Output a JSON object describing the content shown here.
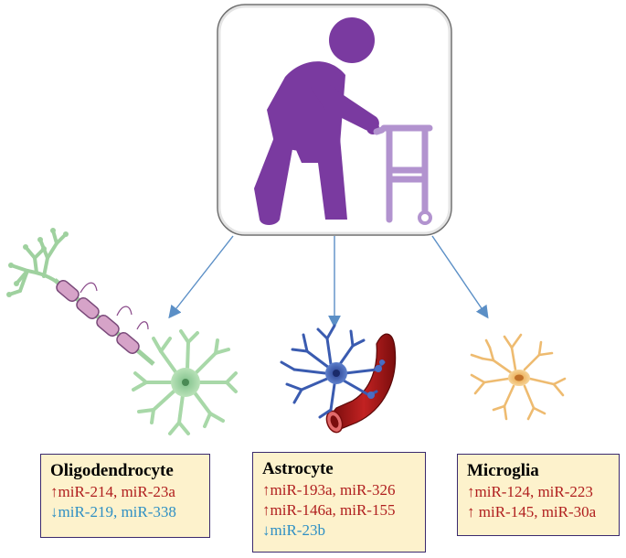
{
  "colors": {
    "purple": "#7a3aa0",
    "walker": "#b293cf",
    "arrow": "#5b8fc6",
    "oligo_green": "#a8d8a8",
    "myelin_pink": "#d6a3c8",
    "astro_blue": "#3a5bb0",
    "vessel_red": "#a01818",
    "micro_orange": "#f2c684",
    "box_fill": "#fdf2cc",
    "box_border": "#3b2a6e",
    "up_text": "#b01e1e",
    "down_text": "#2e8fc4"
  },
  "icons": [
    "elderly-person-with-walker-icon",
    "oligodendrocyte-icon",
    "astrocyte-with-blood-vessel-icon",
    "microglia-icon"
  ],
  "cells": [
    {
      "name": "Oligodendrocyte",
      "lines": [
        {
          "text": "↑miR-214, miR-23a",
          "dir": "up"
        },
        {
          "text": "↓miR-219, miR-338",
          "dir": "down"
        }
      ]
    },
    {
      "name": "Astrocyte",
      "lines": [
        {
          "text": "↑miR-193a, miR-326",
          "dir": "up"
        },
        {
          "text": "↑miR-146a, miR-155",
          "dir": "up"
        },
        {
          "text": "↓miR-23b",
          "dir": "down"
        }
      ]
    },
    {
      "name": "Microglia",
      "lines": [
        {
          "text": "↑miR-124, miR-223",
          "dir": "up"
        },
        {
          "text": "↑ miR-145, miR-30a",
          "dir": "up"
        }
      ]
    }
  ]
}
